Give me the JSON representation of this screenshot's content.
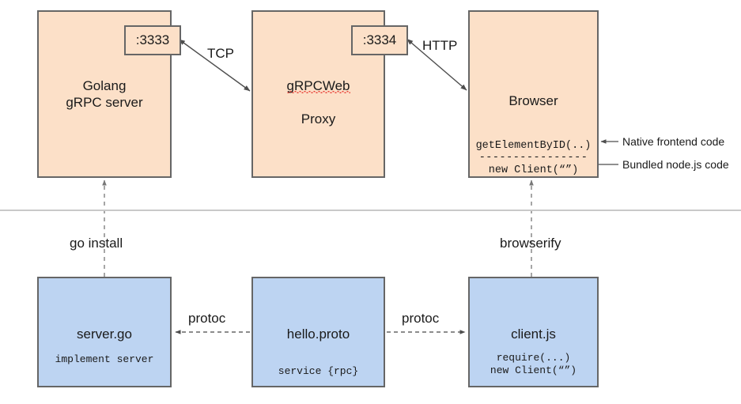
{
  "diagram": {
    "title": "gRPC-Web architecture diagram",
    "colors": {
      "runtime_fill": "#fce0c8",
      "source_fill": "#bdd4f2",
      "stroke": "#666666",
      "divider": "#c9c9c9",
      "spellcheck_underline": "#e8453c"
    },
    "divider_label": ""
  },
  "runtime_nodes": [
    {
      "id": "golang-grpc-server",
      "title": "Golang\ngRPC server",
      "port": ":3333",
      "misspelled": false
    },
    {
      "id": "grpcweb-proxy",
      "title": "gRPCWeb\nProxy",
      "title_line1": "gRPCWeb",
      "title_line2": "Proxy",
      "port": ":3334",
      "misspelled": true
    },
    {
      "id": "browser",
      "title": "Browser",
      "port": "",
      "code_line1": "getElementByID(..)",
      "code_sep": "----------------",
      "code_line2": "new Client(“”)"
    }
  ],
  "source_nodes": [
    {
      "id": "server-go",
      "title": "server.go",
      "sub": "implement server"
    },
    {
      "id": "hello-proto",
      "title": "hello.proto",
      "sub": "service {rpc}"
    },
    {
      "id": "client-js",
      "title": "client.js",
      "sub": "require(...)\nnew Client(“”)"
    }
  ],
  "edge_labels": {
    "tcp": "TCP",
    "http": "HTTP",
    "go_install": "go install",
    "browserify": "browserify",
    "protoc_left": "protoc",
    "protoc_right": "protoc"
  },
  "annotations": [
    {
      "id": "native-frontend",
      "text": "Native frontend code"
    },
    {
      "id": "bundled-node",
      "text": "Bundled node.js code"
    }
  ]
}
